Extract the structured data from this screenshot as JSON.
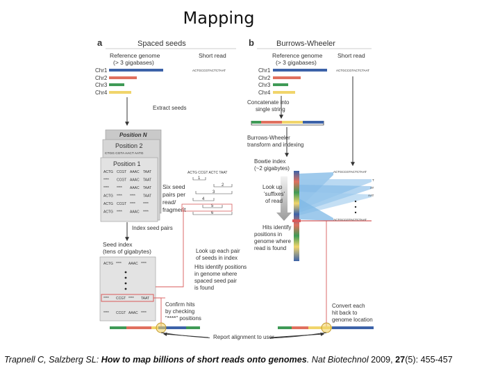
{
  "title": "Mapping",
  "panel_a": {
    "letter": "a",
    "heading": "Spaced seeds",
    "ref_genome_line1": "Reference genome",
    "ref_genome_line2": "(> 3 gigabases)",
    "short_read": "Short read",
    "read_seq": "ACTGCCGTACTCTAAT",
    "chromosomes": [
      "Chr1",
      "Chr2",
      "Chr3",
      "Chr4"
    ],
    "extract_seeds": "Extract seeds",
    "position_n": "Position N",
    "position_2": "Position 2",
    "position_1": "Position 1",
    "pos2_row": "CTGG CGTA AACT AATG",
    "pos1_rows": [
      [
        "ACTG",
        "CCGT",
        "AAAC",
        "TAAT"
      ],
      [
        "****",
        "CCGT",
        "AAAC",
        "TAAT"
      ],
      [
        "****",
        "****",
        "AAAC",
        "TAAT"
      ],
      [
        "ACTG",
        "****",
        "****",
        "TAAT"
      ],
      [
        "ACTG",
        "CCGT",
        "****",
        "****"
      ],
      [
        "ACTG",
        "****",
        "AAAC",
        "****"
      ]
    ],
    "read_segments": "ACTG CCGT ACTC TAAT",
    "seed_pair_numbers": [
      "1",
      "2",
      "3",
      "4",
      "5",
      "6"
    ],
    "six_seed_pairs": [
      "Six seed",
      "pairs per",
      "read/",
      "fragment"
    ],
    "index_seed_pairs": "Index seed pairs",
    "seed_index_line1": "Seed index",
    "seed_index_line2": "(tens of gigabytes)",
    "seed_index_top": [
      "ACTG",
      "****",
      "AAAC",
      "****"
    ],
    "seed_index_hit": [
      "****",
      "CCGT",
      "****",
      "TAAT"
    ],
    "seed_index_bottom": [
      "****",
      "CCGT",
      "AAAC",
      "****"
    ],
    "lookup_pairs": [
      "Look up each pair",
      "of seeds in index"
    ],
    "hits_identify": [
      "Hits identify positions",
      "in genome where",
      "spaced seed pair",
      "is found"
    ],
    "confirm_hits": [
      "Confirm hits",
      "by checking",
      "\"****\" positions"
    ]
  },
  "panel_b": {
    "letter": "b",
    "heading": "Burrows-Wheeler",
    "ref_genome_line1": "Reference genome",
    "ref_genome_line2": "(> 3 gigabases)",
    "short_read": "Short read",
    "read_seq": "ACTGCCGTACTCTAAT",
    "chromosomes": [
      "Chr1",
      "Chr2",
      "Chr3",
      "Chr4"
    ],
    "concatenate": [
      "Concatenate into",
      "single string"
    ],
    "bwt": [
      "Burrows-Wheeler",
      "transform and indexing"
    ],
    "bowtie_index": [
      "Bowtie index",
      "(~2 gigabytes)"
    ],
    "suffix_labels": [
      "ACTGCCGTACTCTAAT",
      "T",
      "AT",
      "AAT",
      "ACTGCCGTACTCTAAT"
    ],
    "lookup_suffixes": [
      "Look up",
      "'suffixes'",
      "of read"
    ],
    "hits_identify": [
      "Hits identify",
      "positions in",
      "genome where",
      "read is found"
    ],
    "convert_hits": [
      "Convert each",
      "hit back to",
      "genome location"
    ]
  },
  "report": "Report alignment to user",
  "citation": {
    "authors": "Trapnell C, Salzberg SL: ",
    "article": "How to map billions of short reads onto genomes",
    "journal": ". Nat Biotechnol ",
    "year": "2009, ",
    "volume": "27",
    "issue_pages": "(5): 455-457"
  },
  "colors": {
    "chr1": "#3c62a8",
    "chr2": "#e0705e",
    "chr3": "#3f9a56",
    "chr4": "#f1d56b",
    "highlight": "#d85a5a",
    "index_blue": "#7fb8e6",
    "card_gray": "#d6d6d6"
  }
}
